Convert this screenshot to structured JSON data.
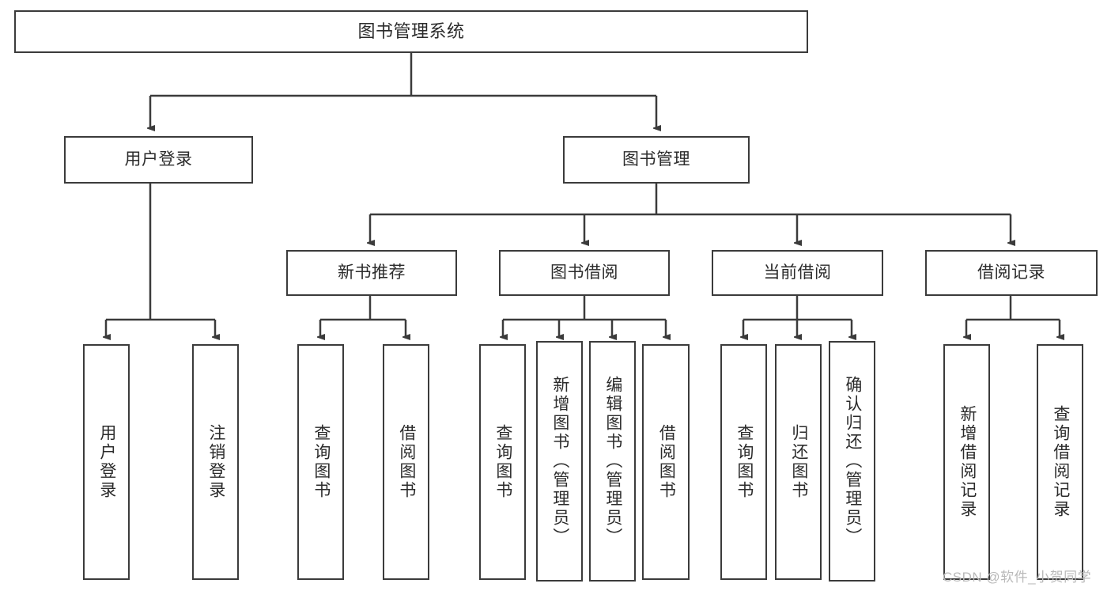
{
  "diagram": {
    "title": "图书管理系统",
    "type": "tree-structure-chart",
    "root": {
      "id": "root",
      "label": "图书管理系统"
    },
    "level2": [
      {
        "id": "user-login",
        "label": "用户登录"
      },
      {
        "id": "book-manage",
        "label": "图书管理"
      }
    ],
    "level3": [
      {
        "id": "new-book-rec",
        "label": "新书推荐"
      },
      {
        "id": "book-borrow",
        "label": "图书借阅"
      },
      {
        "id": "current-borrow",
        "label": "当前借阅"
      },
      {
        "id": "borrow-record",
        "label": "借阅记录"
      }
    ],
    "leaves": {
      "user_login": [
        {
          "id": "leaf-user-login",
          "label": "用户登录"
        },
        {
          "id": "leaf-logout",
          "label": "注销登录"
        }
      ],
      "new_book_rec": [
        {
          "id": "leaf-query-book-1",
          "label": "查询图书"
        },
        {
          "id": "leaf-borrow-book-1",
          "label": "借阅图书"
        }
      ],
      "book_borrow": [
        {
          "id": "leaf-query-book-2",
          "label": "查询图书"
        },
        {
          "id": "leaf-add-book",
          "label": "新增图书（管理员）"
        },
        {
          "id": "leaf-edit-book",
          "label": "编辑图书（管理员）"
        },
        {
          "id": "leaf-borrow-book-2",
          "label": "借阅图书"
        }
      ],
      "current_borrow": [
        {
          "id": "leaf-query-book-3",
          "label": "查询图书"
        },
        {
          "id": "leaf-return-book",
          "label": "归还图书"
        },
        {
          "id": "leaf-confirm-return",
          "label": "确认归还（管理员）"
        }
      ],
      "borrow_record": [
        {
          "id": "leaf-add-record",
          "label": "新增借阅记录"
        },
        {
          "id": "leaf-query-record",
          "label": "查询借阅记录"
        }
      ]
    }
  },
  "watermark": {
    "text": "CSDN @软件_小贺同学"
  },
  "colors": {
    "stroke": "#3b3b3b",
    "fill": "#ffffff",
    "text": "#2b2b2b",
    "watermark": "#b9b9b9"
  }
}
